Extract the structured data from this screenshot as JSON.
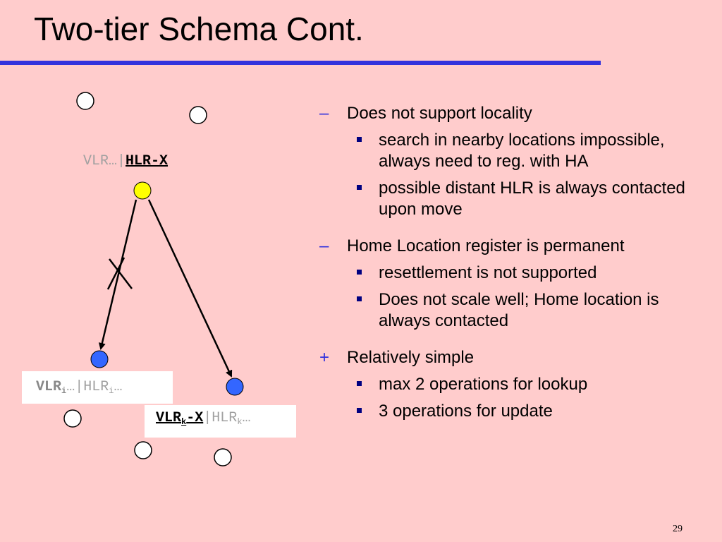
{
  "slide": {
    "title": "Two-tier Schema Cont.",
    "page_number": "29"
  },
  "diagram": {
    "top_label": {
      "vlr": "VLR…|",
      "hlr": "HLR-X"
    },
    "box_i": {
      "vlr": "VLR",
      "vlr_sub": "i",
      "sep": "…|HLR",
      "hlr_sub": "i",
      "tail": "…"
    },
    "box_k": {
      "vlr": "VLR",
      "vlr_sub": "k",
      "dash": "-X",
      "sep": "|HLR",
      "hlr_sub": "k",
      "tail": "…"
    },
    "colors": {
      "home_node": "#FFFF00",
      "visited_node": "#3366FF",
      "empty_node": "#FFFFFF",
      "accent": "#3333DD"
    }
  },
  "bullets": [
    {
      "marker": "–",
      "text": "Does not support locality",
      "items": [
        "search in nearby locations impossible, always need to reg. with HA",
        "possible distant HLR is always contacted upon move"
      ]
    },
    {
      "marker": "–",
      "text": "Home Location register is permanent",
      "items": [
        "resettlement is not supported",
        "Does not scale well; Home location is always contacted"
      ]
    },
    {
      "marker": "+",
      "text": "Relatively simple",
      "items": [
        "max 2 operations for lookup",
        "3 operations for update"
      ]
    }
  ]
}
